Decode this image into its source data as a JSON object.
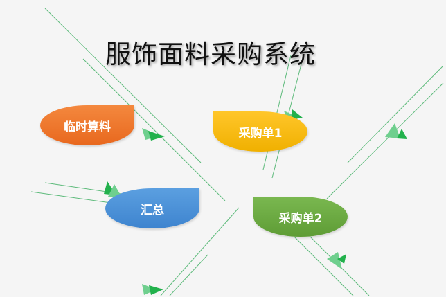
{
  "title": "服饰面料采购系统",
  "nodes": {
    "temp_material": "临时算料",
    "purchase_order_1": "采购单1",
    "summary": "汇总",
    "purchase_order_2": "采购单2"
  },
  "colors": {
    "line": "#4caf6a",
    "arrow": "#22b14c",
    "orange": "#ee7326",
    "yellow": "#fbbd0f",
    "blue": "#4a8fd6",
    "green": "#6aaa40"
  }
}
